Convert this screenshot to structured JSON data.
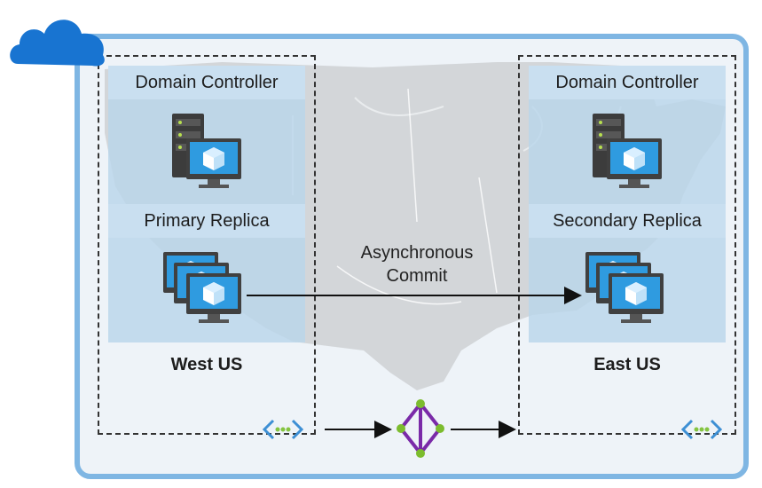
{
  "icons": {
    "cloud": "cloud-icon",
    "server": "server-tower-icon",
    "vm": "virtual-machine-icon",
    "vnet": "virtual-network-icon",
    "peering": "vnet-peering-icon"
  },
  "colors": {
    "frame": "#7fb6e3",
    "cloud": "#1874d1",
    "panel": "#bad6ea",
    "vm_blue": "#2f9be0",
    "peering": "#7a2aa8",
    "peering_node": "#7cbc2e"
  },
  "west": {
    "top_label": "Domain Controller",
    "replica_label": "Primary Replica",
    "region": "West US"
  },
  "east": {
    "top_label": "Domain Controller",
    "replica_label": "Secondary Replica",
    "region": "East US"
  },
  "commit": {
    "line1": "Asynchronous",
    "line2": "Commit"
  }
}
